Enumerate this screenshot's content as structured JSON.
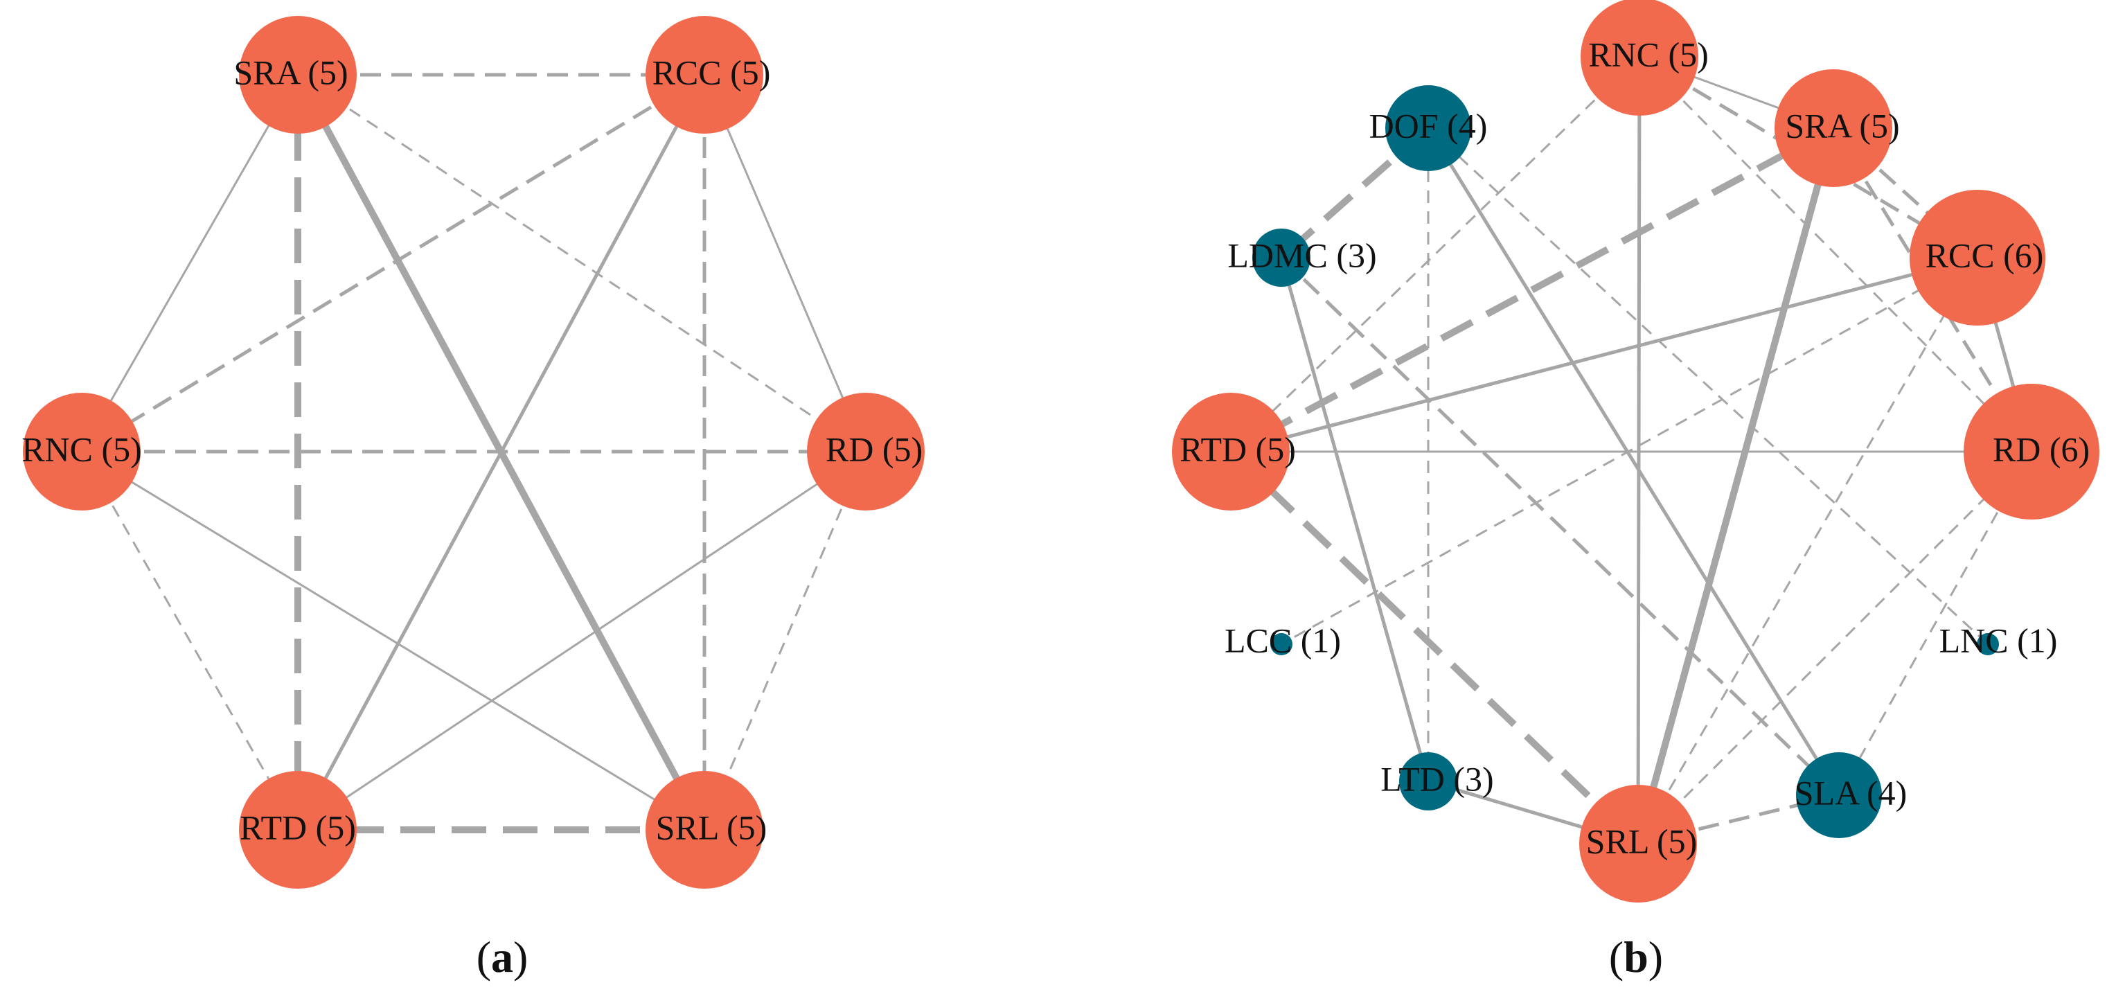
{
  "colors": {
    "response_node": "#F26A4D",
    "leaf_node": "#006A80",
    "edge": "#A6A6A6",
    "background": "#FFFFFF"
  },
  "legend": {},
  "panels": [
    {
      "id": "a",
      "caption_open": "(",
      "caption_letter": "a",
      "caption_close": ")",
      "nodes": [
        {
          "id": "SRA",
          "label": "SRA (5)",
          "degree": 5,
          "group": "response"
        },
        {
          "id": "RCC",
          "label": "RCC (5)",
          "degree": 5,
          "group": "response"
        },
        {
          "id": "RNC",
          "label": "RNC (5)",
          "degree": 5,
          "group": "response"
        },
        {
          "id": "RD",
          "label": "RD (5)",
          "degree": 5,
          "group": "response"
        },
        {
          "id": "RTD",
          "label": "RTD (5)",
          "degree": 5,
          "group": "response"
        },
        {
          "id": "SRL",
          "label": "SRL (5)",
          "degree": 5,
          "group": "response"
        }
      ],
      "edges": [
        {
          "from": "SRA",
          "to": "RCC",
          "style": "dashed",
          "weight": "medium"
        },
        {
          "from": "SRA",
          "to": "RNC",
          "style": "solid",
          "weight": "thin"
        },
        {
          "from": "SRA",
          "to": "RTD",
          "style": "dashed",
          "weight": "thick"
        },
        {
          "from": "SRA",
          "to": "SRL",
          "style": "solid",
          "weight": "thick"
        },
        {
          "from": "SRA",
          "to": "RD",
          "style": "dashed",
          "weight": "thin"
        },
        {
          "from": "RCC",
          "to": "RNC",
          "style": "dashed",
          "weight": "medium"
        },
        {
          "from": "RCC",
          "to": "RTD",
          "style": "solid",
          "weight": "medium"
        },
        {
          "from": "RCC",
          "to": "SRL",
          "style": "dashed",
          "weight": "medium"
        },
        {
          "from": "RCC",
          "to": "RD",
          "style": "solid",
          "weight": "thin"
        },
        {
          "from": "RNC",
          "to": "RD",
          "style": "dashed",
          "weight": "medium"
        },
        {
          "from": "RNC",
          "to": "RTD",
          "style": "dashed",
          "weight": "thin"
        },
        {
          "from": "RNC",
          "to": "SRL",
          "style": "solid",
          "weight": "thin"
        },
        {
          "from": "RD",
          "to": "RTD",
          "style": "solid",
          "weight": "thin"
        },
        {
          "from": "RD",
          "to": "SRL",
          "style": "dashed",
          "weight": "thin"
        },
        {
          "from": "RTD",
          "to": "SRL",
          "style": "dashed",
          "weight": "thick"
        }
      ]
    },
    {
      "id": "b",
      "caption_open": "(",
      "caption_letter": "b",
      "caption_close": ")",
      "nodes": [
        {
          "id": "RNC",
          "label": "RNC (5)",
          "degree": 5,
          "group": "response"
        },
        {
          "id": "SRA",
          "label": "SRA (5)",
          "degree": 5,
          "group": "response"
        },
        {
          "id": "DOF",
          "label": "DOF (4)",
          "degree": 4,
          "group": "leaf"
        },
        {
          "id": "LDMC",
          "label": "LDMC (3)",
          "degree": 3,
          "group": "leaf"
        },
        {
          "id": "RCC",
          "label": "RCC (6)",
          "degree": 6,
          "group": "response"
        },
        {
          "id": "RTD",
          "label": "RTD (5)",
          "degree": 5,
          "group": "response"
        },
        {
          "id": "RD",
          "label": "RD (6)",
          "degree": 6,
          "group": "response"
        },
        {
          "id": "LCC",
          "label": "LCC (1)",
          "degree": 1,
          "group": "leaf"
        },
        {
          "id": "LNC",
          "label": "LNC (1)",
          "degree": 1,
          "group": "leaf"
        },
        {
          "id": "LTD",
          "label": "LTD (3)",
          "degree": 3,
          "group": "leaf"
        },
        {
          "id": "SLA",
          "label": "SLA (4)",
          "degree": 4,
          "group": "leaf"
        },
        {
          "id": "SRL",
          "label": "SRL (5)",
          "degree": 5,
          "group": "response"
        }
      ],
      "edges": [
        {
          "from": "RNC",
          "to": "SRA",
          "style": "solid",
          "weight": "thin"
        },
        {
          "from": "RNC",
          "to": "RCC",
          "style": "dashed",
          "weight": "medium"
        },
        {
          "from": "RNC",
          "to": "RD",
          "style": "dashed",
          "weight": "thin"
        },
        {
          "from": "RNC",
          "to": "SRL",
          "style": "solid",
          "weight": "medium"
        },
        {
          "from": "RNC",
          "to": "RTD",
          "style": "dashed",
          "weight": "thin"
        },
        {
          "from": "SRA",
          "to": "RCC",
          "style": "dashed",
          "weight": "medium"
        },
        {
          "from": "SRA",
          "to": "RD",
          "style": "dashed",
          "weight": "medium"
        },
        {
          "from": "SRA",
          "to": "SRL",
          "style": "solid",
          "weight": "thick"
        },
        {
          "from": "SRA",
          "to": "RTD",
          "style": "dashed",
          "weight": "thick"
        },
        {
          "from": "DOF",
          "to": "LDMC",
          "style": "dashed",
          "weight": "thick"
        },
        {
          "from": "DOF",
          "to": "LTD",
          "style": "dashed",
          "weight": "thin"
        },
        {
          "from": "DOF",
          "to": "SLA",
          "style": "solid",
          "weight": "medium"
        },
        {
          "from": "DOF",
          "to": "LNC",
          "style": "dashed",
          "weight": "thin"
        },
        {
          "from": "LDMC",
          "to": "LTD",
          "style": "solid",
          "weight": "medium"
        },
        {
          "from": "LDMC",
          "to": "SLA",
          "style": "dashed",
          "weight": "medium"
        },
        {
          "from": "RCC",
          "to": "RD",
          "style": "solid",
          "weight": "medium"
        },
        {
          "from": "RCC",
          "to": "RTD",
          "style": "solid",
          "weight": "medium"
        },
        {
          "from": "RCC",
          "to": "LCC",
          "style": "dashed",
          "weight": "thin"
        },
        {
          "from": "RCC",
          "to": "SRL",
          "style": "dashed",
          "weight": "thin"
        },
        {
          "from": "RD",
          "to": "RTD",
          "style": "solid",
          "weight": "thin"
        },
        {
          "from": "RD",
          "to": "SRL",
          "style": "dashed",
          "weight": "thin"
        },
        {
          "from": "RTD",
          "to": "SRL",
          "style": "dashed",
          "weight": "thick"
        },
        {
          "from": "LTD",
          "to": "SRL",
          "style": "solid",
          "weight": "medium"
        },
        {
          "from": "SRL",
          "to": "SLA",
          "style": "dashed",
          "weight": "medium"
        },
        {
          "from": "SLA",
          "to": "RD",
          "style": "dashed",
          "weight": "thin"
        }
      ]
    }
  ]
}
